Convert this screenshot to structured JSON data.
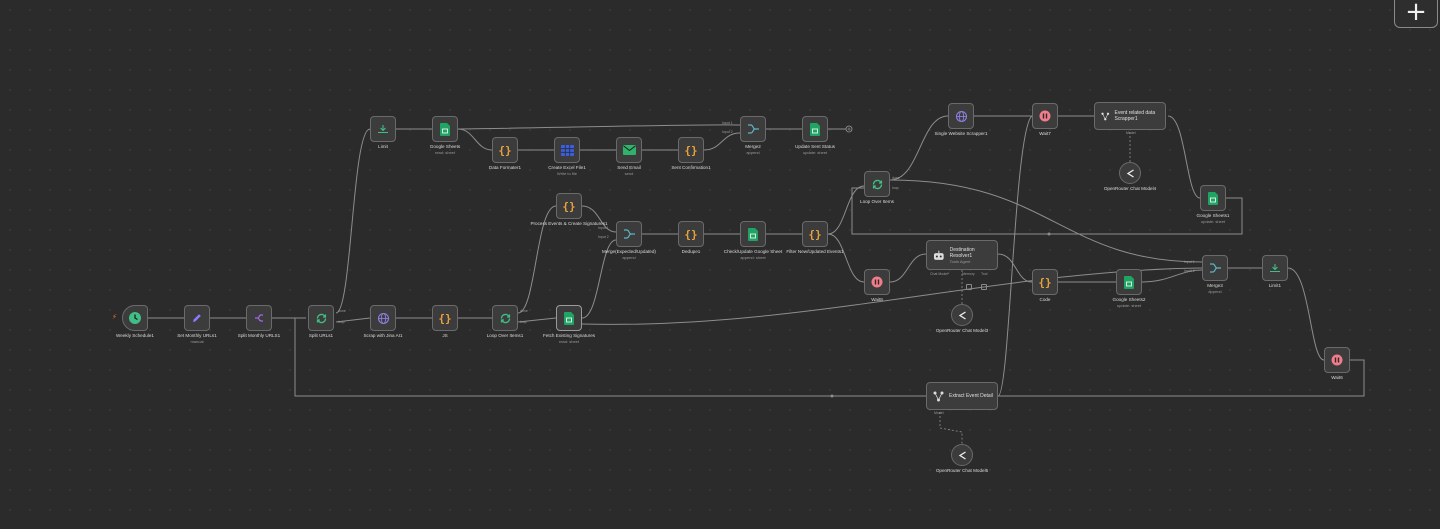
{
  "toolbar": {
    "add_label": "+"
  },
  "colors": {
    "edge": "#8d8d8d",
    "node_bg": "#3c3c3c",
    "node_border": "#6a6a6a",
    "sheets_green": "#1fa463",
    "code_orange": "#e8a33d",
    "loop_green": "#3fbf86",
    "merge_teal": "#5fb3c4",
    "http_purple": "#8b7fe0",
    "wait_pink": "#f07c8c",
    "set_purple": "#8a7cff",
    "split_purple": "#a06ae8"
  },
  "nodes": {
    "weekly_schedule": {
      "label": "Weekly Schedule1",
      "icon": "clock-icon"
    },
    "set_monthly": {
      "label": "Set Monthly URLs1",
      "sub": "manual",
      "icon": "pencil-icon"
    },
    "split_monthly": {
      "label": "Split Monthly URLS1",
      "icon": "split-icon"
    },
    "split_urls": {
      "label": "Split URLs1",
      "icon": "loop-icon",
      "port_done": "done",
      "port_loop": "loop"
    },
    "scrap_jina": {
      "label": "Scrap with Jina AI1",
      "icon": "globe-icon"
    },
    "code_js": {
      "label": "JS",
      "icon": "braces-icon"
    },
    "loop_over_items": {
      "label": "Loop Over Items1",
      "icon": "loop-icon",
      "port_done": "done",
      "port_loop": "loop"
    },
    "fetch_existing": {
      "label": "Fetch Existing Signatures",
      "sub": "read: sheet",
      "icon": "sheets-icon"
    },
    "limit": {
      "label": "Limit",
      "icon": "limit-icon"
    },
    "google_sheets": {
      "label": "Google Sheets",
      "sub": "read: sheet",
      "icon": "sheets-icon"
    },
    "data_formater": {
      "label": "Data Formater1",
      "icon": "braces-icon"
    },
    "create_excel": {
      "label": "Create Excel File1",
      "sub": "Write to file",
      "icon": "table-icon"
    },
    "send_email": {
      "label": "Send Email",
      "sub": "send",
      "icon": "mail-icon"
    },
    "sent_confirmation": {
      "label": "Sent Confirmation1",
      "icon": "braces-icon"
    },
    "merge2": {
      "label": "Merge2",
      "sub": "append",
      "icon": "merge-icon",
      "in1": "Input 1",
      "in2": "Input 2"
    },
    "update_sent_status": {
      "label": "Update Sent Status",
      "sub": "update: sheet",
      "icon": "sheets-icon"
    },
    "process_events": {
      "label": "Process Events & Create Signatures1",
      "icon": "braces-icon"
    },
    "merge_expected": {
      "label": "Merge(Expected/Updated)",
      "sub": "append",
      "icon": "merge-icon",
      "in1": "Input 1",
      "in2": "Input 2"
    },
    "dedupe1": {
      "label": "Dedupe1",
      "icon": "braces-icon"
    },
    "check_update_sheet": {
      "label": "Check/Update Google Sheet",
      "sub": "append: sheet",
      "icon": "sheets-icon"
    },
    "filter_new_events": {
      "label": "Filter New/Updated Events1",
      "icon": "braces-icon"
    },
    "loop_over_items2": {
      "label": "Loop Over Items",
      "icon": "loop-icon",
      "port_done": "done",
      "port_loop": "loop"
    },
    "single_website": {
      "label": "Single Website Scrapper1",
      "icon": "globe-icon"
    },
    "wait7": {
      "label": "Wait7",
      "icon": "wait-icon"
    },
    "event_related": {
      "label": "Event related data Scrapper1",
      "icon": "extractor-icon",
      "port": "Model"
    },
    "openrouter4": {
      "label": "OpenRouter Chat Model4",
      "icon": "openrouter-icon"
    },
    "google_sheets1": {
      "label": "Google Sheets1",
      "sub": "update: sheet",
      "icon": "sheets-icon"
    },
    "wait8": {
      "label": "Wait8",
      "icon": "wait-icon"
    },
    "destination_resolver": {
      "label": "Destination Resolver1",
      "sub": "Tools Agent",
      "icon": "robot-icon",
      "port_chat": "Chat Model*",
      "port_memory": "Memory",
      "port_tool": "Tool"
    },
    "openrouter3": {
      "label": "OpenRouter Chat Model3",
      "icon": "openrouter-icon"
    },
    "code": {
      "label": "Code",
      "icon": "braces-icon"
    },
    "google_sheets2": {
      "label": "Google Sheets2",
      "sub": "update: sheet",
      "icon": "sheets-icon"
    },
    "merge3": {
      "label": "Merge3",
      "sub": "append",
      "icon": "merge-icon",
      "in1": "Input 1",
      "in2": "Input 2"
    },
    "limit1": {
      "label": "Limit1",
      "icon": "limit-icon"
    },
    "wait6": {
      "label": "Wait6",
      "icon": "wait-icon"
    },
    "extract_event": {
      "label": "Extract Event Detail",
      "icon": "extractor-icon",
      "port": "Model"
    },
    "openrouter5": {
      "label": "OpenRouter Chat Model5",
      "icon": "openrouter-icon"
    }
  }
}
